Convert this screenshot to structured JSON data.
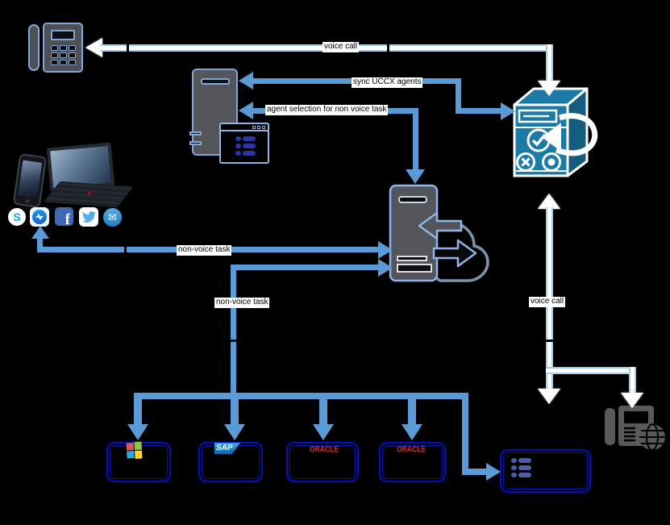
{
  "edges": {
    "voice_call_top": "voice call",
    "sync_uccx_agents": "sync UCCX agents",
    "agent_selection": "agent selection for non voice task",
    "non_voice_task_to_customer": "non-voice task",
    "non_voice_task_to_apps": "non-voice task",
    "voice_call_right": "voice call"
  },
  "channel_icons": [
    {
      "name": "skype",
      "glyph": "S"
    },
    {
      "name": "messenger",
      "glyph": "bolt"
    },
    {
      "name": "facebook",
      "glyph": "f"
    },
    {
      "name": "twitter",
      "glyph": "bird"
    },
    {
      "name": "email",
      "glyph": "✉"
    }
  ],
  "app_boxes": [
    {
      "name": "windows-app"
    },
    {
      "name": "sap-app",
      "logo_text": "SAP"
    },
    {
      "name": "oracle-app-1",
      "logo_text": "ORACLE"
    },
    {
      "name": "oracle-app-2",
      "logo_text": "ORACLE"
    }
  ],
  "nodes": {
    "desk_phone": "desk-phone",
    "agent_server": "server-tower",
    "agent_window": "window-task-list",
    "uccx_server": "server-with-sync-arrow",
    "cloud_server": "server-cloud-sync",
    "customer_devices": "smartphone-and-laptop",
    "task_list_server": "rounded-box-task-list",
    "gateway_phone": "ip-phone-with-globe"
  },
  "colors": {
    "background": "#000000",
    "arrow_blue": "#5B9BD5",
    "arrow_white": "#FFFFFF",
    "arrow_white_edge": "#A9CCE9",
    "icon_gray": "#54545B",
    "icon_outline_blue": "#8DB6E8",
    "uccx_server_blue": "#1B7AA6",
    "box_border_navy": "#0013C4",
    "window_glyph_navy": "#2E34A8",
    "oracle_red": "#E8281E"
  }
}
